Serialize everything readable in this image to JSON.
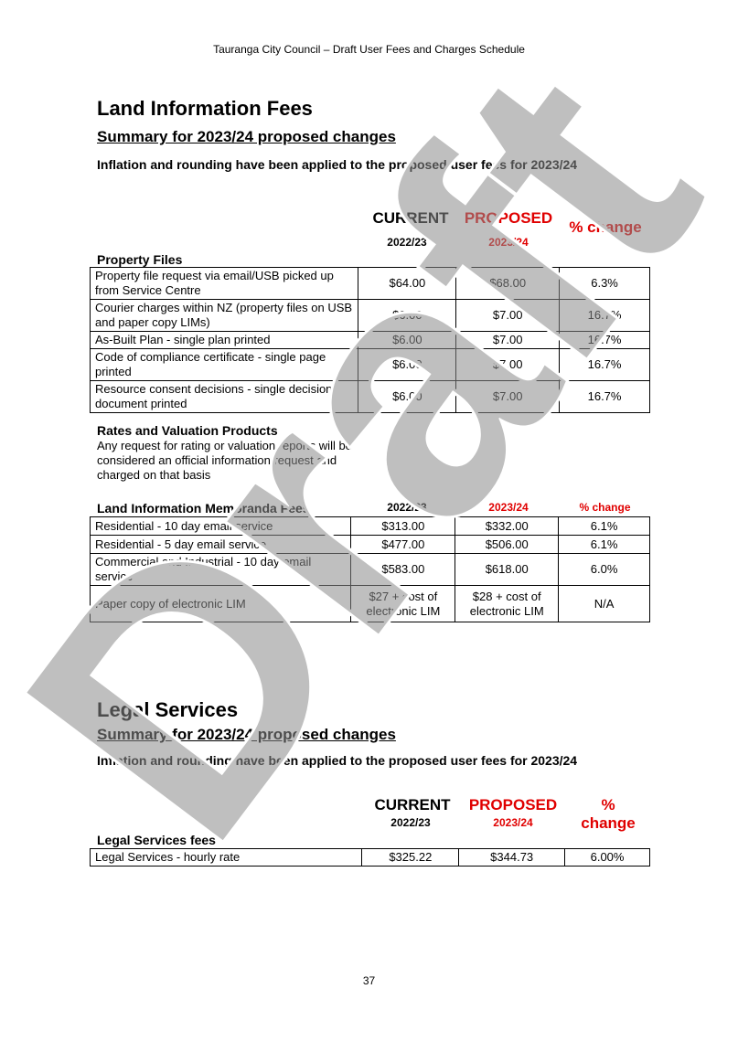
{
  "header": "Tauranga City Council – Draft User Fees and Charges Schedule",
  "watermark_text": "Draft",
  "land": {
    "title": "Land Information Fees",
    "summary": "Summary for 2023/24 proposed changes",
    "note": "Inflation and rounding have been applied to the proposed user fees for 2023/24",
    "col_current": "CURRENT",
    "col_proposed": "PROPOSED",
    "col_change": "% change",
    "year_current": "2022/23",
    "year_proposed": "2023/24",
    "property_files_title": "Property Files",
    "property_rows": [
      {
        "desc": "Property file request via email/USB picked up from Service Centre",
        "current": "$64.00",
        "proposed": "$68.00",
        "change": "6.3%"
      },
      {
        "desc": "Courier charges within NZ (property files on USB and paper copy LIMs)",
        "current": "$6.00",
        "proposed": "$7.00",
        "change": "16.7%"
      },
      {
        "desc": "As-Built Plan - single plan printed",
        "current": "$6.00",
        "proposed": "$7.00",
        "change": "16.7%"
      },
      {
        "desc": "Code of compliance certificate - single page printed",
        "current": "$6.00",
        "proposed": "$7.00",
        "change": "16.7%"
      },
      {
        "desc": "Resource consent decisions - single decision document printed",
        "current": "$6.00",
        "proposed": "$7.00",
        "change": "16.7%"
      }
    ],
    "rates_title": "Rates and Valuation Products",
    "rates_text": "Any request for rating or valuation reports will be considered an official information request and charged on that basis",
    "lim_title": "Land Information Memoranda Fees",
    "lim_year_current": "2022/23",
    "lim_year_proposed": "2023/24",
    "lim_change": "% change",
    "lim_rows": [
      {
        "desc": "Residential - 10 day email service",
        "current": "$313.00",
        "proposed": "$332.00",
        "change": "6.1%"
      },
      {
        "desc": "Residential - 5 day email service",
        "current": "$477.00",
        "proposed": "$506.00",
        "change": "6.1%"
      },
      {
        "desc": "Commercial and Industrial - 10 day email service",
        "current": "$583.00",
        "proposed": "$618.00",
        "change": "6.0%"
      },
      {
        "desc": "Paper copy of electronic LIM",
        "current": "$27 + cost of electronic LIM",
        "proposed": "$28 + cost of electronic LIM",
        "change": "N/A"
      }
    ]
  },
  "legal": {
    "title": "Legal Services",
    "summary": "Summary for 2023/24 proposed changes",
    "note": "Inflation and rounding have been applied to the proposed user fees for 2023/24",
    "col_current": "CURRENT",
    "col_proposed": "PROPOSED",
    "col_change_1": "%",
    "col_change_2": "change",
    "year_current": "2022/23",
    "year_proposed": "2023/24",
    "fees_title": "Legal Services fees",
    "rows": [
      {
        "desc": "Legal Services - hourly rate",
        "current": "$325.22",
        "proposed": "$344.73",
        "change": "6.00%"
      }
    ]
  },
  "page_number": "37"
}
